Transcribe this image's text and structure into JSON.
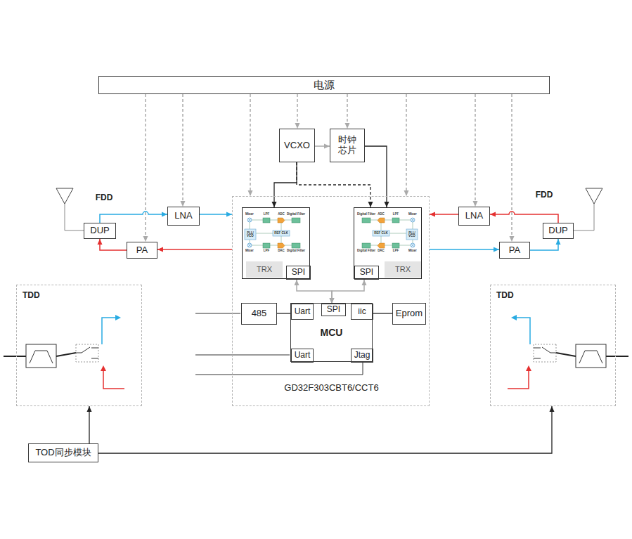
{
  "diagram": {
    "nodes": [
      {
        "text": [
          "电源"
        ]
      },
      {
        "text": [
          "VCXO"
        ]
      },
      {
        "text": [
          "时钟 芯片"
        ]
      },
      {
        "text": [
          "LNA"
        ]
      },
      {
        "text": [
          "DUP"
        ]
      },
      {
        "text": [
          "PA"
        ]
      },
      {
        "text": [
          "GD32F303CBT6/CCT6"
        ]
      },
      {
        "text": [
          "TRX"
        ],
        "in": 6
      },
      {
        "text": [
          "SPI"
        ],
        "in": 7
      },
      {
        "text": [
          "TRX"
        ],
        "in": 6
      },
      {
        "text": [
          "SPI"
        ],
        "in": 9
      },
      {
        "text": [
          "485"
        ],
        "in": 6
      },
      {
        "text": [
          "MCU"
        ],
        "in": 6
      },
      {
        "text": [
          "Uart"
        ],
        "in": 12
      },
      {
        "text": [
          "SPI"
        ],
        "in": 12
      },
      {
        "text": [
          "iic"
        ],
        "in": 12
      },
      {
        "text": [
          "Uart"
        ],
        "in": 12
      },
      {
        "text": [
          "Jtag"
        ],
        "in": 12
      },
      {
        "text": [
          "Eprom"
        ],
        "in": 6
      },
      {
        "text": [
          "LNA"
        ]
      },
      {
        "text": [
          "DUP"
        ]
      },
      {
        "text": [
          "PA"
        ]
      },
      {
        "text": [
          "TDD"
        ]
      },
      {
        "text": [
          "TDD"
        ]
      },
      {
        "text": [
          "TOD同步模块"
        ]
      }
    ],
    "edges": [
      {
        "from": 0,
        "to": 1,
        "arrow": "to"
      },
      {
        "from": 0,
        "to": 2,
        "arrow": "to"
      },
      {
        "from": 0,
        "to": 3,
        "arrow": "to"
      },
      {
        "from": 0,
        "to": 5,
        "arrow": "to"
      },
      {
        "from": 0,
        "to": 6,
        "arrow": "to"
      },
      {
        "from": 0,
        "to": 6,
        "arrow": "to"
      },
      {
        "from": 0,
        "to": 19,
        "arrow": "to"
      },
      {
        "from": 0,
        "to": 21,
        "arrow": "to"
      },
      {
        "from": 1,
        "to": 2,
        "arrow": "to"
      },
      {
        "from": 1,
        "to": 7,
        "arrow": "to"
      },
      {
        "from": 1,
        "to": 9,
        "arrow": "to"
      },
      {
        "from": 2,
        "to": 9,
        "arrow": "to"
      },
      {
        "from": 4,
        "to": 3,
        "arrow": "to"
      },
      {
        "from": 3,
        "to": 6,
        "arrow": "to"
      },
      {
        "from": 6,
        "to": 5,
        "arrow": "to"
      },
      {
        "from": 5,
        "to": 4,
        "arrow": "to"
      },
      {
        "from": 6,
        "to": 21,
        "arrow": "to"
      },
      {
        "from": 21,
        "to": 20,
        "arrow": "to"
      },
      {
        "from": 20,
        "to": 19,
        "arrow": "to"
      },
      {
        "from": 19,
        "to": 6,
        "arrow": "to"
      },
      {
        "from": 8,
        "to": 14,
        "arrow": "both"
      },
      {
        "from": 10,
        "to": 14,
        "arrow": "both"
      },
      {
        "from": 11,
        "to": 13,
        "arrow": "none"
      },
      {
        "from": 15,
        "to": 18,
        "arrow": "none"
      },
      {
        "from": 24,
        "to": 22,
        "arrow": "to"
      },
      {
        "from": 24,
        "to": 23,
        "arrow": "to"
      }
    ],
    "labels": [
      "FDD",
      "FDD",
      "Mixer",
      "LPF",
      "ADC",
      "Digital Filter",
      "PLL/ VCO",
      "REF CLK",
      "Mixer",
      "LPF",
      "DAC",
      "Digital Filter",
      "Digital Filter",
      "ADC",
      "LPF",
      "Mixer",
      "REF CLK",
      "PLL/ VCO",
      "Digital Filter",
      "DAC",
      "LPF",
      "Mixer"
    ]
  }
}
